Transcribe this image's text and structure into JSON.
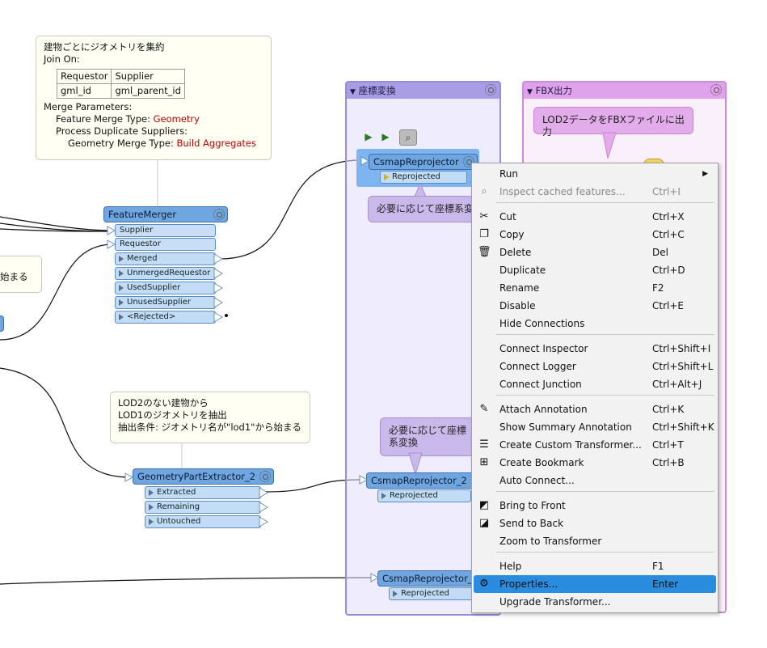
{
  "annotations": {
    "feature_merger_note": {
      "title": "建物ごとにジオメトリを集約",
      "join_on_label": "Join On:",
      "join_table": {
        "header": [
          "Requestor",
          "Supplier"
        ],
        "row": [
          "gml_id",
          "gml_parent_id"
        ]
      },
      "merge_params_label": "Merge Parameters:",
      "feature_merge_type_label": "Feature Merge Type:",
      "feature_merge_type_value": "Geometry",
      "process_dup_label": "Process Duplicate Suppliers:",
      "geometry_merge_type_label": "Geometry Merge Type:",
      "geometry_merge_type_value": "Build Aggregates"
    },
    "left_cut_note": "始まる",
    "gpe_note": {
      "line1": "LOD2のない建物から",
      "line2": "LOD1のジオメトリを抽出",
      "line3": "抽出条件: ジオメトリ名が\"lod1\"から始まる"
    },
    "blurb_reproject_1": "必要に応じて座標系変換",
    "blurb_reproject_2": "必要に応じて座標系変換",
    "blurb_fbx": "LOD2データをFBXファイルに出力"
  },
  "bookmarks": {
    "reproject": {
      "title": "座標変換"
    },
    "fbx": {
      "title": "FBX出力"
    }
  },
  "transformers": {
    "feature_merger": {
      "name": "FeatureMerger",
      "inputs": [
        "Supplier",
        "Requestor"
      ],
      "outputs": [
        "Merged",
        "UnmergedRequestor",
        "UsedSupplier",
        "UnusedSupplier",
        "<Rejected>"
      ]
    },
    "gpe2": {
      "name": "GeometryPartExtractor_2",
      "outputs": [
        "Extracted",
        "Remaining",
        "Untouched"
      ]
    },
    "csmap1": {
      "name": "CsmapReprojector",
      "output": "Reprojected"
    },
    "csmap2": {
      "name": "CsmapReprojector_2",
      "output": "Reprojected"
    },
    "csmap3": {
      "name": "CsmapReprojector_3",
      "output": "Reprojected"
    }
  },
  "context_menu": {
    "items": [
      {
        "label": "Run",
        "shortcut": "",
        "icon": "",
        "submenu": true
      },
      {
        "label": "Inspect cached features...",
        "shortcut": "Ctrl+I",
        "icon": "inspect-icon",
        "disabled": true
      },
      {
        "label": "Cut",
        "shortcut": "Ctrl+X",
        "icon": "scissors-icon"
      },
      {
        "label": "Copy",
        "shortcut": "Ctrl+C",
        "icon": "copy-icon"
      },
      {
        "label": "Delete",
        "shortcut": "Del",
        "icon": "trash-icon"
      },
      {
        "label": "Duplicate",
        "shortcut": "Ctrl+D",
        "icon": ""
      },
      {
        "label": "Rename",
        "shortcut": "F2",
        "icon": ""
      },
      {
        "label": "Disable",
        "shortcut": "Ctrl+E",
        "icon": ""
      },
      {
        "label": "Hide Connections",
        "shortcut": "",
        "icon": ""
      },
      {
        "label": "Connect Inspector",
        "shortcut": "Ctrl+Shift+I",
        "icon": ""
      },
      {
        "label": "Connect Logger",
        "shortcut": "Ctrl+Shift+L",
        "icon": ""
      },
      {
        "label": "Connect Junction",
        "shortcut": "Ctrl+Alt+J",
        "icon": ""
      },
      {
        "label": "Attach Annotation",
        "shortcut": "Ctrl+K",
        "icon": "annotation-icon"
      },
      {
        "label": "Show Summary Annotation",
        "shortcut": "Ctrl+Shift+K",
        "icon": ""
      },
      {
        "label": "Create Custom Transformer...",
        "shortcut": "Ctrl+T",
        "icon": "custom-transformer-icon"
      },
      {
        "label": "Create Bookmark",
        "shortcut": "Ctrl+B",
        "icon": "bookmark-icon"
      },
      {
        "label": "Auto Connect...",
        "shortcut": "",
        "icon": ""
      },
      {
        "label": "Bring to Front",
        "shortcut": "",
        "icon": "bring-front-icon"
      },
      {
        "label": "Send to Back",
        "shortcut": "",
        "icon": "send-back-icon"
      },
      {
        "label": "Zoom to Transformer",
        "shortcut": "",
        "icon": ""
      },
      {
        "label": "Help",
        "shortcut": "F1",
        "icon": ""
      },
      {
        "label": "Properties...",
        "shortcut": "Enter",
        "icon": "gear-icon",
        "highlighted": true
      },
      {
        "label": "Upgrade Transformer...",
        "shortcut": "",
        "icon": ""
      }
    ]
  },
  "colors": {
    "node_header": "#6fa6e0",
    "port": "#c2dcf6",
    "menu_highlight": "#2a8cde",
    "bookmark_reproject": "#a99ee6",
    "bookmark_fbx": "#e0a2ea",
    "annotation_red": "#c00000"
  }
}
